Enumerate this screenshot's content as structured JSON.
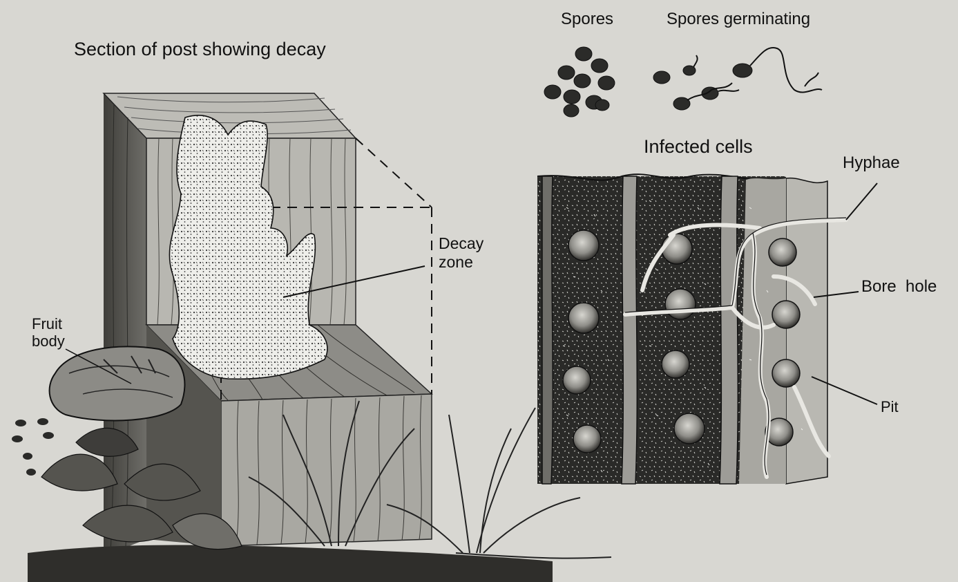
{
  "labels": {
    "section_title": "Section of post showing decay",
    "spores": "Spores",
    "spores_germinating": "Spores germinating",
    "infected_cells": "Infected cells",
    "hyphae": "Hyphae",
    "decay_zone_line1": "Decay",
    "decay_zone_line2": "zone",
    "fruit_body_line1": "Fruit",
    "fruit_body_line2": "body",
    "bore_hole": "Bore  hole",
    "pit": "Pit"
  },
  "colors": {
    "background": "#d8d7d2",
    "wood_light": "#c9c8c2",
    "wood_mid": "#9a9994",
    "wood_dark": "#4d4c48",
    "decay": "#eeeeea",
    "ink": "#111111"
  }
}
